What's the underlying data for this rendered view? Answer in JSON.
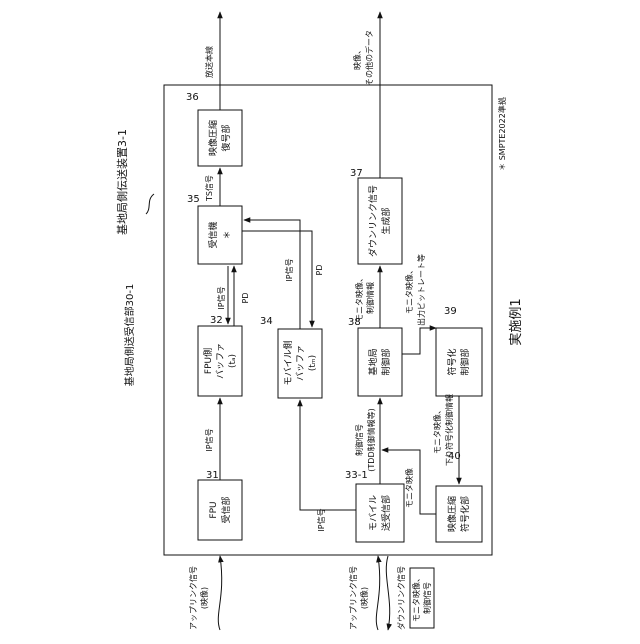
{
  "labels": {
    "figure_title": "実施例1",
    "device_label": "基地局側伝送装置3-1",
    "device_ref": "3-1",
    "unit_label": "基地局側送受信部30-1",
    "footnote": "＊ SMPTE2022準拠"
  },
  "blocks": {
    "b31": {
      "ref": "31",
      "line1": "FPU",
      "line2": "受信部",
      "line3": ""
    },
    "b32": {
      "ref": "32",
      "line1": "FPU側",
      "line2": "バッファ",
      "line3": "(tₐ)"
    },
    "b34": {
      "ref": "34",
      "line1": "モバイル側",
      "line2": "バッファ",
      "line3": "(tₘ)"
    },
    "b35": {
      "ref": "35",
      "line1": "受信機",
      "line2": "＊",
      "line3": ""
    },
    "b36": {
      "ref": "36",
      "line1": "映像圧縮",
      "line2": "復号部",
      "line3": ""
    },
    "b37": {
      "ref": "37",
      "line1": "ダウンリンク信号",
      "line2": "生成部",
      "line3": ""
    },
    "b38": {
      "ref": "38",
      "line1": "基地局",
      "line2": "制御部",
      "line3": ""
    },
    "b39": {
      "ref": "39",
      "line1": "符号化",
      "line2": "制御部",
      "line3": ""
    },
    "b33": {
      "ref": "33-1",
      "line1": "モバイル",
      "line2": "送受信部",
      "line3": ""
    },
    "b40": {
      "ref": "40",
      "line1": "映像圧縮",
      "line2": "符号化部",
      "line3": ""
    }
  },
  "signals": {
    "ip1": "IP信号",
    "ip2": "IP信号",
    "ip3": "IP信号",
    "ip4": "IP信号",
    "pd1": "PD",
    "pd2": "PD",
    "ts": "TS信号",
    "broadcast": "放送本線",
    "video_out_1": "映像、",
    "video_out_2": "その他のデータ",
    "monitor_ctrl_1": "モニタ映像、",
    "monitor_ctrl_2": "制御情報",
    "monitor_bitrate_1": "モニタ映像、",
    "monitor_bitrate_2": "出力ビットレート等",
    "ctrl_tdd_1": "制御信号",
    "ctrl_tdd_2": "(TDD制御情報等)",
    "monitor_video": "モニタ映像",
    "monitor_encode_1": "モニタ映像、",
    "monitor_encode_2": "下り符号化制御情報",
    "uplink_1_a": "アップリンク信号",
    "uplink_1_b": "(映像)",
    "uplink_2_a": "アップリンク信号",
    "uplink_2_b": "(映像)",
    "downlink_a": "ダウンリンク信号",
    "downlink_b1": "モニタ映像、",
    "downlink_b2": "制御信号"
  }
}
